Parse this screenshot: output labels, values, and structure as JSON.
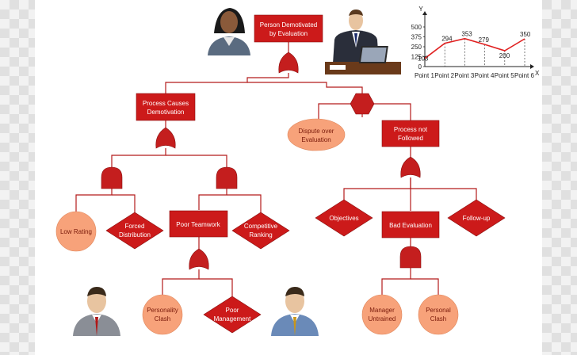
{
  "diagram": {
    "top_event": [
      "Person Demotivated",
      "by Evaluation"
    ],
    "process_causes": [
      "Process Causes",
      "Demotivation"
    ],
    "process_not_followed": [
      "Process not",
      "Followed"
    ],
    "dispute": [
      "Dispute over",
      "Evaluation"
    ],
    "low_rating": [
      "Low Rating"
    ],
    "forced_distribution": [
      "Forced",
      "Distribution"
    ],
    "poor_teamwork": [
      "Poor Teamwork"
    ],
    "competitive_ranking": [
      "Competitive",
      "Ranking"
    ],
    "objectives": [
      "Objectives"
    ],
    "bad_evaluation": [
      "Bad Evaluation"
    ],
    "follow_up": [
      "Follow-up"
    ],
    "personality_clash": [
      "Personality",
      "Clash"
    ],
    "poor_management": [
      "Poor",
      "Management"
    ],
    "manager_untrained": [
      "Manager",
      "Untrained"
    ],
    "personal_clash": [
      "Personal",
      "Clash"
    ]
  },
  "chart_data": {
    "type": "line",
    "categories": [
      "Point 1",
      "Point 2",
      "Point 3",
      "Point 4",
      "Point 5",
      "Point 6"
    ],
    "values": [
      103,
      294,
      353,
      279,
      200,
      350
    ],
    "data_labels": [
      "103",
      "294",
      "353",
      "279",
      "200",
      "350"
    ],
    "yticks": [
      "0",
      "125",
      "250",
      "375",
      "500"
    ],
    "ylim": [
      0,
      500
    ],
    "xlabel": "X",
    "ylabel": "Y",
    "line_color": "#e02020"
  },
  "colors": {
    "node": "#cc1a1a",
    "line": "#b31b1b",
    "orange": "#f7a27a",
    "gate": "#c41e1e"
  }
}
